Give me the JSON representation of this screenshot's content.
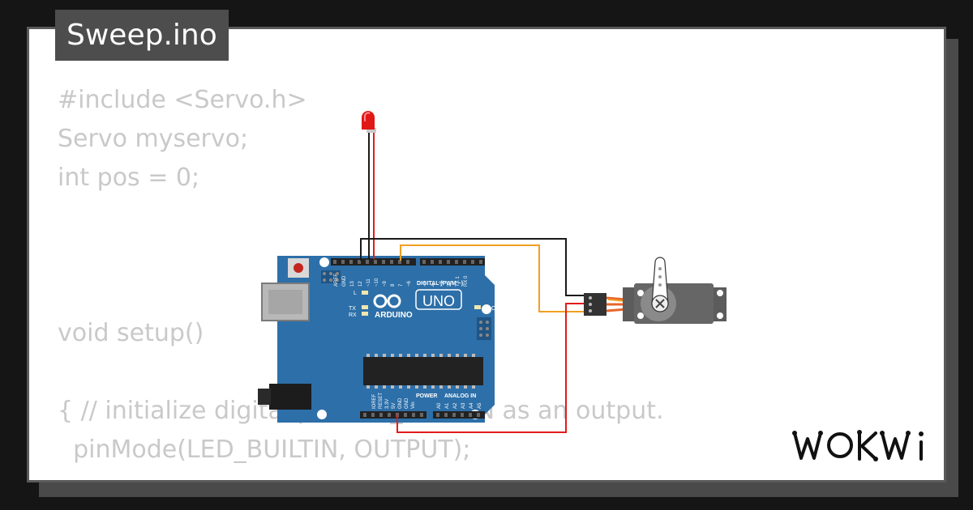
{
  "header": {
    "filename": "Sweep.ino"
  },
  "code_lines": [
    "#include <Servo.h>",
    "Servo myservo;",
    "int pos = 0;",
    "",
    "",
    "",
    "void setup()",
    "",
    "{ // initialize digital pin LED_BUILTIN as an output.",
    "  pinMode(LED_BUILTIN, OUTPUT);"
  ],
  "board": {
    "name": "UNO",
    "brand": "ARDUINO",
    "digital_label": "DIGITAL (PWM ~)",
    "power_label": "POWER",
    "analog_label": "ANALOG IN",
    "on_label": "ON",
    "l_label": "L",
    "tx_label": "TX",
    "rx_label": "RX",
    "digital_pins": [
      "AREF",
      "GND",
      "13",
      "12",
      "~11",
      "~10",
      "~9",
      "8",
      "7",
      "~6",
      "~5",
      "4",
      "~3",
      "2",
      "TX 1",
      "RX 0"
    ],
    "power_pins": [
      "IOREF",
      "RESET",
      "3.3V",
      "5V",
      "GND",
      "GND",
      "Vin"
    ],
    "analog_pins": [
      "A0",
      "A1",
      "A2",
      "A3",
      "A4",
      "A5"
    ]
  },
  "colors": {
    "background": "#151515",
    "card": "#ffffff",
    "board": "#2d6fa8",
    "board_dark": "#1f5585",
    "wire_red": "#e21b1b",
    "wire_orange": "#f0a020",
    "wire_black": "#1a1a1a",
    "servo_body": "#666666",
    "led": "#e01818"
  },
  "logo": {
    "text": "WOKWI"
  }
}
